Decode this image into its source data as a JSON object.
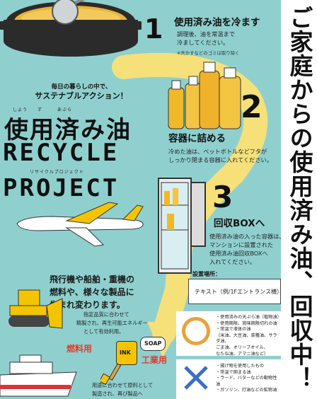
{
  "banner": {
    "text": "ご家庭からの使用済み油、回収中！"
  },
  "intro": {
    "line1": "毎日の暮らしの中で、",
    "line2": "サステナブルアクション！"
  },
  "title": {
    "ruby": "しよう　　ず　　　あぶら",
    "jp": "使用済み油",
    "recycle": "RECYCLE",
    "ruby2": "リサイクルプロジェクト",
    "project": "PROJECT"
  },
  "steps": [
    {
      "number": "1",
      "title": "使用済み油を冷ます",
      "desc1": "調理後、油を常温まで",
      "desc2": "冷ましてください。",
      "note": "※天かすなどのゴミは取り除く"
    },
    {
      "number": "2",
      "title": "容器に詰める",
      "desc1": "冷めた油は、ペットボトルなどフタが",
      "desc2": "しっかり閉まる容器に入れてください。"
    },
    {
      "number": "3",
      "title": "回収BOXへ",
      "desc1": "使用済み油の入った容器は、",
      "desc2": "マンションに設置された",
      "desc3": "使用済み油回収BOXへ",
      "desc4": "入れてください。"
    }
  ],
  "uses": {
    "line1": "飛行機や船舶・重機の",
    "line2": "燃料や、様々な製品に",
    "line3": "生まれ変わります。",
    "fuel_desc1": "指定品質に合わせて",
    "fuel_desc2": "精製され、再生可能エネルギー",
    "fuel_desc3": "として有効利用。",
    "fuel_label": "燃料用",
    "industry_label": "工業用",
    "industry_desc1": "用途に合わせて原料として",
    "industry_desc2": "製造され、再び製品へ",
    "ink_label": "INK",
    "soap_label": "SOAP"
  },
  "location": {
    "label": "設置場所：",
    "value": "テキスト（例/1Fエントランス横）"
  },
  "ok_list": [
    "・使用済みの天ぷら油（植物油）",
    "・使用期限、賞味期限切れの油",
    "・常温で液体の油",
    "（米油、大豆油、菜種油、サラダ油、",
    "ごま油、オリーブオイル、",
    "なたね油、アマニ油など）"
  ],
  "ng_list": [
    "・揚げ物を使用したもの",
    "・常温で固まる油",
    "・ラード、バターなどの動物性油",
    "・ガソリン、灯油などの鉱物油"
  ],
  "colors": {
    "background": "#8fd0cf",
    "accent": "#f5c400",
    "highlight": "#e23b2e",
    "banner": "#ffffff"
  }
}
